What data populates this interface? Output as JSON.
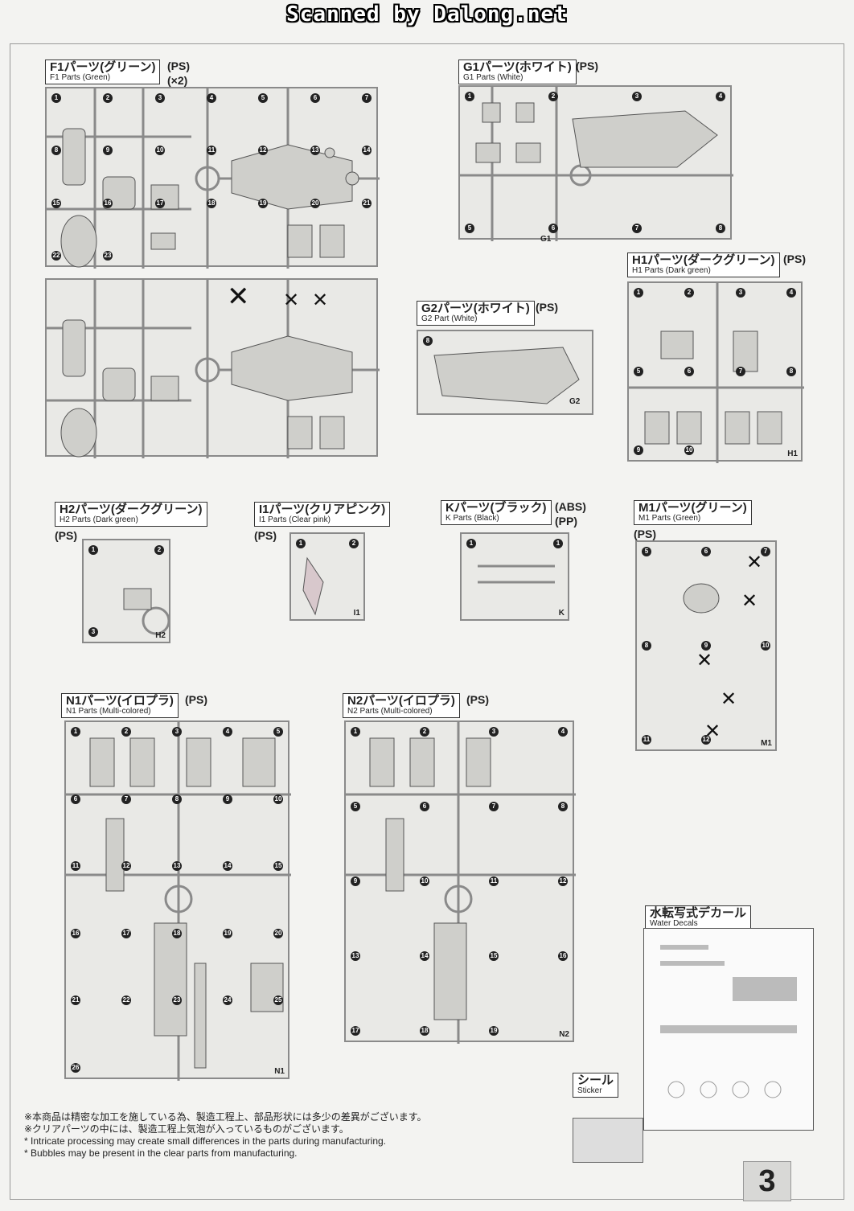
{
  "banner": "Scanned by Dalong.net",
  "labels": {
    "f1": {
      "jp": "F1パーツ(グリーン)",
      "en": "F1 Parts (Green)",
      "tag": "(PS)",
      "qty": "(×2)"
    },
    "g1": {
      "jp": "G1パーツ(ホワイト)",
      "en": "G1 Parts (White)",
      "tag": "(PS)"
    },
    "g2": {
      "jp": "G2パーツ(ホワイト)",
      "en": "G2 Part (White)",
      "tag": "(PS)"
    },
    "h1": {
      "jp": "H1パーツ(ダークグリーン)",
      "en": "H1 Parts (Dark green)",
      "tag": "(PS)"
    },
    "h2": {
      "jp": "H2パーツ(ダークグリーン)",
      "en": "H2 Parts (Dark green)",
      "tag": "(PS)"
    },
    "i1": {
      "jp": "I1パーツ(クリアピンク)",
      "en": "I1 Parts (Clear pink)",
      "tag": "(PS)"
    },
    "k": {
      "jp": "Kパーツ(ブラック)",
      "en": "K Parts (Black)",
      "tag": "(ABS)",
      "tag2": "(PP)"
    },
    "m1": {
      "jp": "M1パーツ(グリーン)",
      "en": "M1 Parts (Green)",
      "tag": "(PS)"
    },
    "n1": {
      "jp": "N1パーツ(イロプラ)",
      "en": "N1 Parts (Multi-colored)",
      "tag": "(PS)"
    },
    "n2": {
      "jp": "N2パーツ(イロプラ)",
      "en": "N2 Parts (Multi-colored)",
      "tag": "(PS)"
    },
    "decal": {
      "jp": "水転写式デカール",
      "en": "Water Decals"
    },
    "sticker": {
      "jp": "シール",
      "en": "Sticker"
    }
  },
  "notes": [
    "※本商品は精密な加工を施している為、製造工程上、部品形状には多少の差異がございます。",
    "※クリアパーツの中には、製造工程上気泡が入っているものがございます。",
    "* Intricate processing may create small differences in the parts during manufacturing.",
    "* Bubbles may be present in the clear parts from manufacturing."
  ],
  "page_number": "3",
  "part_numbers": {
    "f1": [
      "1",
      "2",
      "3",
      "4",
      "5",
      "6",
      "7",
      "8",
      "9",
      "10",
      "11",
      "12",
      "13",
      "14",
      "15",
      "16",
      "17",
      "18",
      "19",
      "20",
      "21",
      "22",
      "23"
    ],
    "g1": [
      "1",
      "2",
      "3",
      "4",
      "5",
      "6",
      "7",
      "8"
    ],
    "g2": [
      "8"
    ],
    "h1": [
      "1",
      "2",
      "3",
      "4",
      "5",
      "6",
      "7",
      "8",
      "9",
      "10"
    ],
    "h2": [
      "1",
      "2",
      "3"
    ],
    "i1": [
      "1",
      "2"
    ],
    "k": [
      "1",
      "1"
    ],
    "m1": [
      "5",
      "6",
      "7",
      "8",
      "9",
      "10",
      "11",
      "12"
    ],
    "n1": [
      "1",
      "2",
      "3",
      "4",
      "5",
      "6",
      "7",
      "8",
      "9",
      "10",
      "11",
      "12",
      "13",
      "14",
      "15",
      "16",
      "17",
      "18",
      "19",
      "20",
      "21",
      "22",
      "23",
      "24",
      "25",
      "26"
    ],
    "n2": [
      "1",
      "2",
      "3",
      "4",
      "5",
      "6",
      "7",
      "8",
      "9",
      "10",
      "11",
      "12",
      "13",
      "14",
      "15",
      "16",
      "17",
      "18",
      "19"
    ]
  },
  "runner_tags": {
    "g1": "G1",
    "g2": "G2",
    "h1": "H1",
    "h2": "H2",
    "i1": "I1",
    "k": "K",
    "m1": "M1",
    "n1": "N1",
    "n2": "N2"
  }
}
